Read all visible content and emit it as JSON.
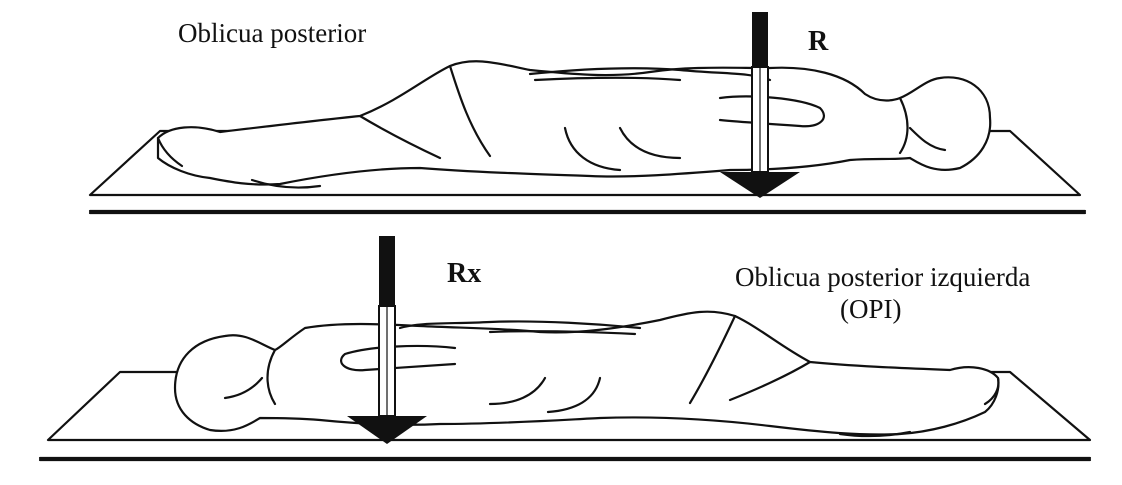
{
  "figure": {
    "top": {
      "caption": "Oblicua posterior",
      "beam_label": "R"
    },
    "bottom": {
      "beam_label": "Rx",
      "caption_line1": "Oblicua posterior izquierda",
      "caption_line2": "(OPI)"
    }
  }
}
